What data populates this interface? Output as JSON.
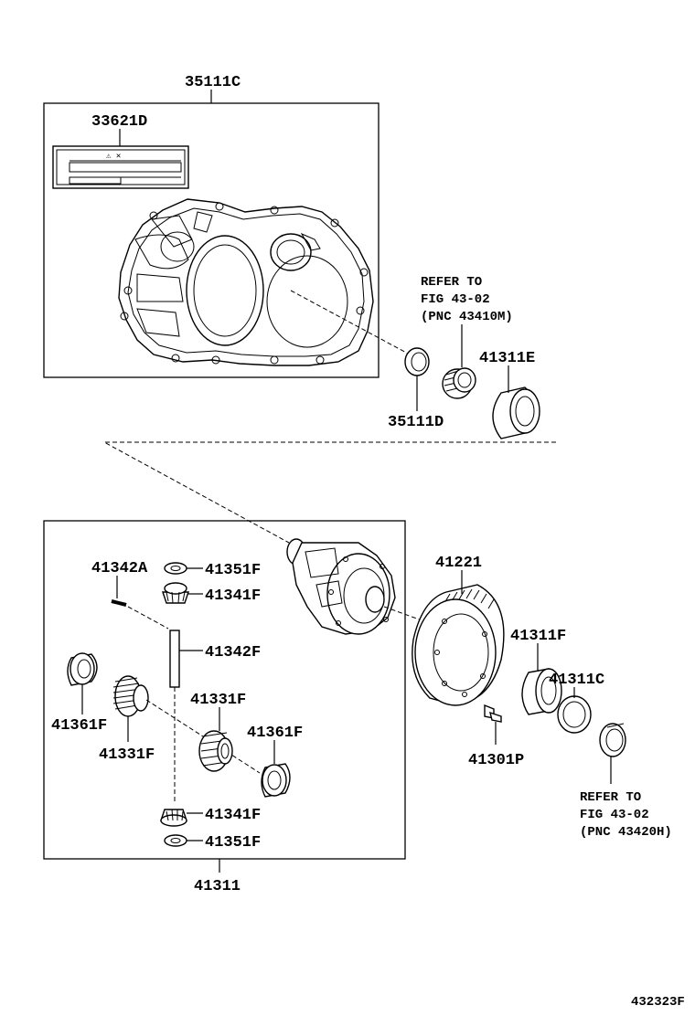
{
  "labels": {
    "case_assy": "35111C",
    "caution_plate": "33621D",
    "case_seal": "35111D",
    "case_bearing": "41311E",
    "refer_top_1": "REFER TO",
    "refer_top_2": "FIG 43-02",
    "refer_top_3": "(PNC 43410M)",
    "ring_gear": "41221",
    "pin_a": "41342A",
    "washer_top": "41351F",
    "pinion_top": "41341F",
    "pinion_shaft": "41342F",
    "side_gear_right": "41331F",
    "washer_left": "41361F",
    "side_gear_left": "41331F",
    "washer_right": "41361F",
    "pinion_bottom": "41341F",
    "washer_bottom": "41351F",
    "diff_bearing": "41311F",
    "bearing_shim": "41311C",
    "ring_gear_bolt": "41301P",
    "refer_bot_1": "REFER TO",
    "refer_bot_2": "FIG 43-02",
    "refer_bot_3": "(PNC 43420H)",
    "diff_assy": "41311",
    "figure_number": "432323F"
  }
}
